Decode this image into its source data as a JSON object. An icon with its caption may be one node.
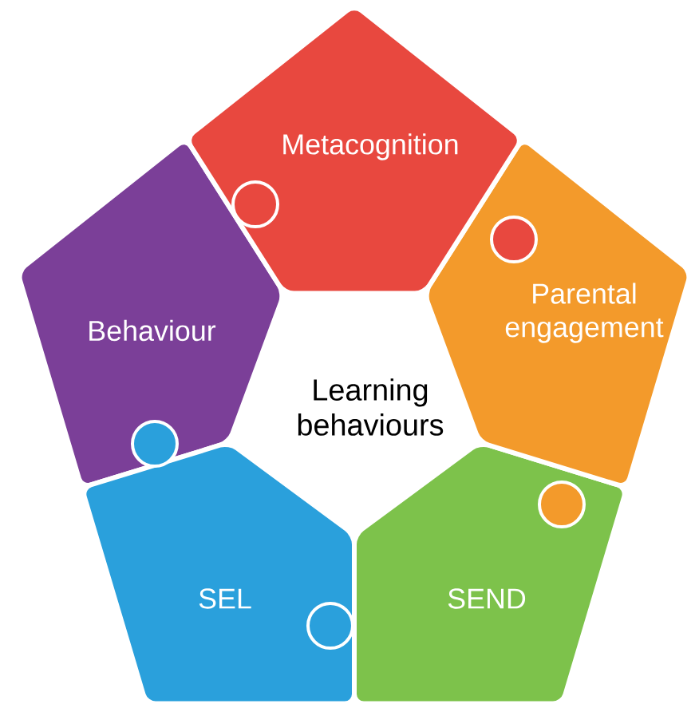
{
  "diagram": {
    "nodes": [
      {
        "text": [
          "Metacognition"
        ]
      },
      {
        "text": [
          "Parental engagement"
        ]
      },
      {
        "text": [
          "Behaviour"
        ]
      },
      {
        "text": [
          "Learning behaviours"
        ]
      },
      {
        "text": [
          "SEL"
        ]
      },
      {
        "text": [
          "SEND"
        ]
      }
    ]
  }
}
